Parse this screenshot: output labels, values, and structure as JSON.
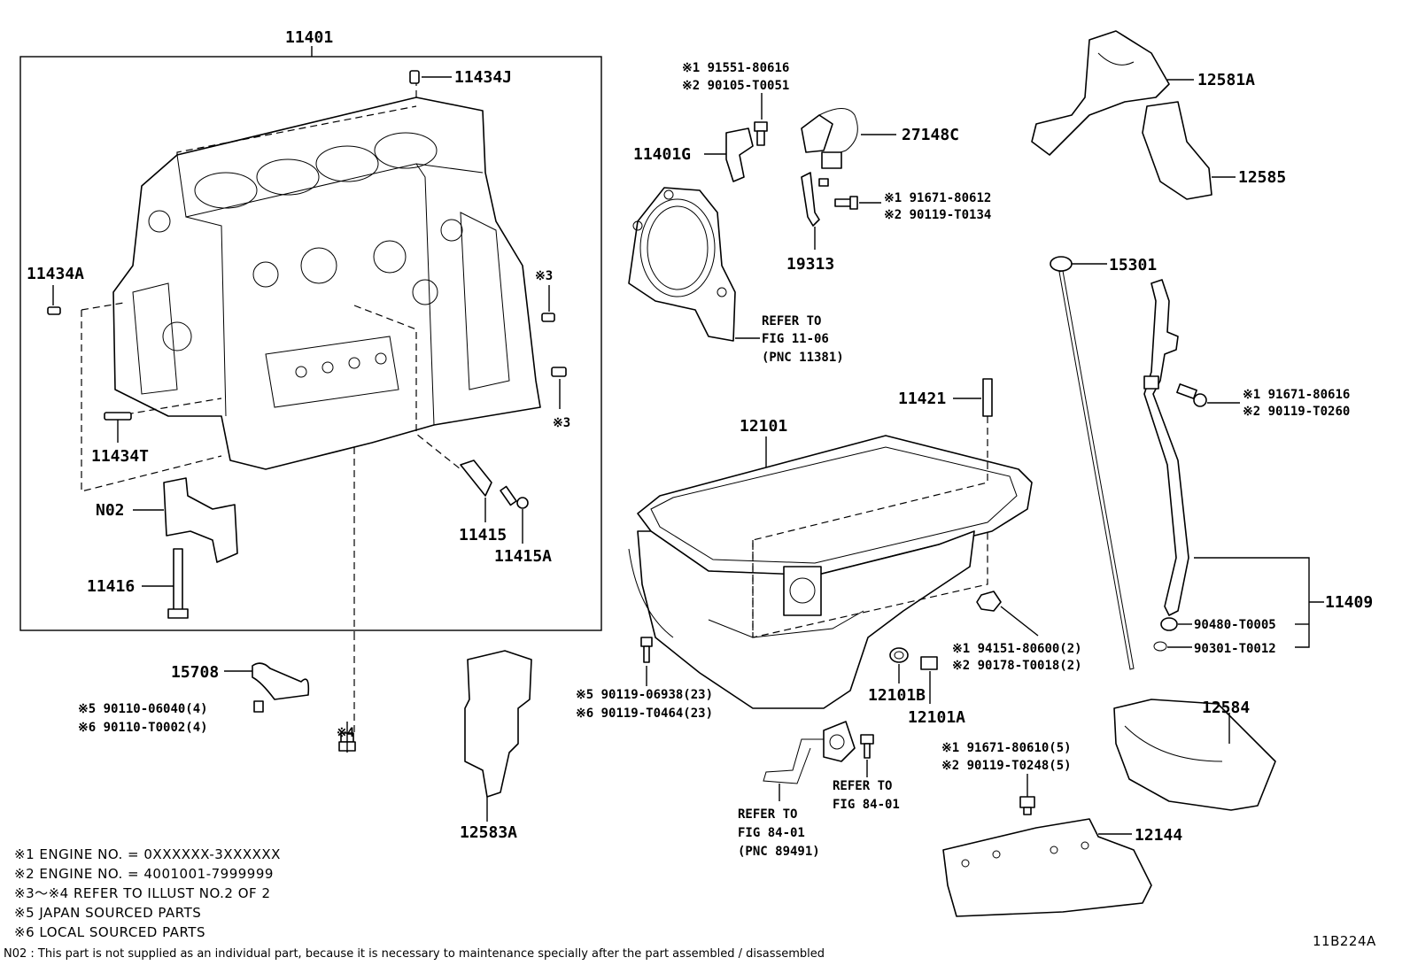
{
  "labels": {
    "l11401": "11401",
    "l11434J": "11434J",
    "l11434A": "11434A",
    "l11434T": "11434T",
    "lN02": "N02",
    "l11416": "11416",
    "l11415": "11415",
    "l11415A": "11415A",
    "l15708": "15708",
    "l12583A": "12583A",
    "l11401G": "11401G",
    "l27148C": "27148C",
    "l19313": "19313",
    "l11421": "11421",
    "l12101": "12101",
    "l12101B": "12101B",
    "l12101A": "12101A",
    "l12581A": "12581A",
    "l12585": "12585",
    "l15301": "15301",
    "l11409": "11409",
    "l12584": "12584",
    "l12144": "12144",
    "ref3a": "※3",
    "ref3b": "※3",
    "ref4": "※4"
  },
  "specs": {
    "s1_91551": "※1 91551-80616",
    "s2_90105": "※2 90105-T0051",
    "s1_91671_612": "※1 91671-80612",
    "s2_90119_134": "※2 90119-T0134",
    "s1_91671_616": "※1 91671-80616",
    "s2_90119_260": "※2 90119-T0260",
    "p90480": "90480-T0005",
    "p90301": "90301-T0012",
    "s1_94151": "※1 94151-80600(2)",
    "s2_90178": "※2 90178-T0018(2)",
    "s5_90119": "※5 90119-06938(23)",
    "s6_90119": "※6 90119-T0464(23)",
    "s5_90110": "※5 90110-06040(4)",
    "s6_90110": "※6 90110-T0002(4)",
    "s1_91671_610": "※1 91671-80610(5)",
    "s2_90119_248": "※2 90119-T0248(5)"
  },
  "refers": {
    "fig1106_a": "REFER TO",
    "fig1106_b": "FIG 11-06",
    "fig1106_c": "(PNC 11381)",
    "fig8401a_a": "REFER TO",
    "fig8401a_b": "FIG 84-01",
    "fig8401b_a": "REFER TO",
    "fig8401b_b": "FIG 84-01",
    "fig8401b_c": "(PNC 89491)"
  },
  "notes": {
    "n1": "※1  ENGINE NO. = 0XXXXXX-3XXXXXX",
    "n2": "※2  ENGINE NO. = 4001001-7999999",
    "n3": "※3～※4 REFER TO ILLUST NO.2 OF 2",
    "n5": "※5 JAPAN SOURCED PARTS",
    "n6": "※6 LOCAL SOURCED PARTS",
    "n02": "N02 : This part is not supplied as an individual part, because it is necessary to maintenance specially after the part assembled / disassembled"
  },
  "illustration_id": "11B224A"
}
